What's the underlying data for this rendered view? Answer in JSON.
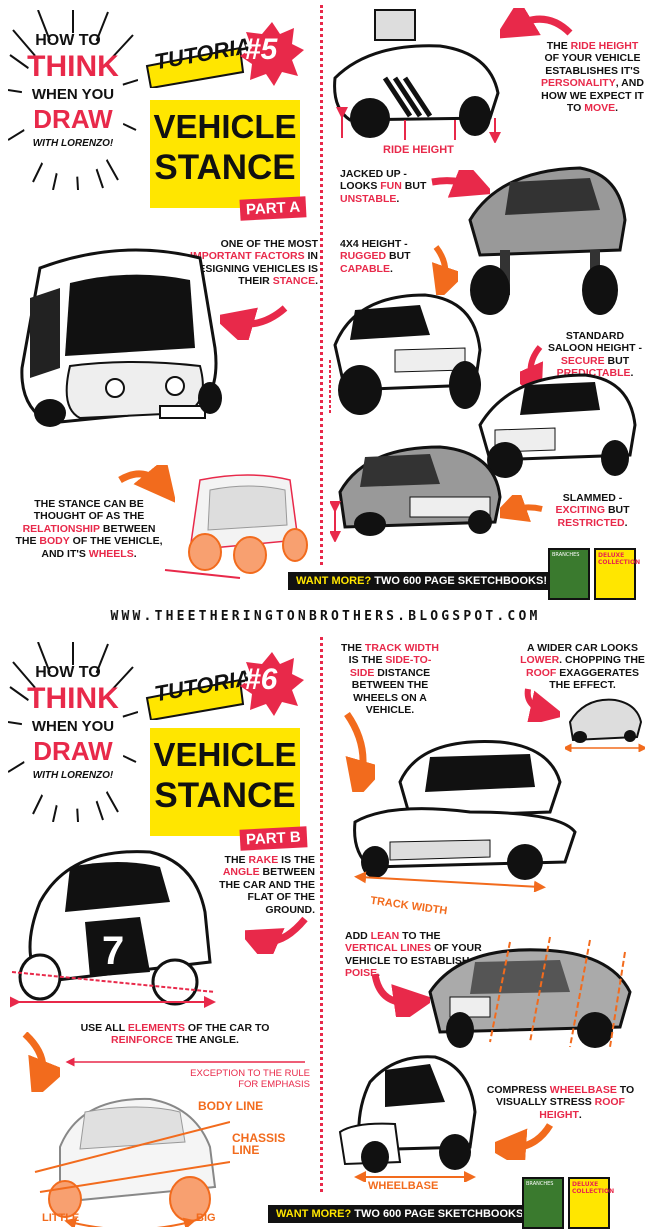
{
  "url": "WWW.THEETHERINGTONBROTHERS.BLOGSPOT.COM",
  "brand": {
    "line1": "HOW TO",
    "line2": "THINK",
    "line3": "WHEN YOU",
    "line4": "DRAW",
    "line5": "WITH LORENZO!"
  },
  "colors": {
    "red": "#e8294a",
    "yellow": "#ffe600",
    "orange": "#f26b1d",
    "ink": "#111111"
  },
  "tutorial5": {
    "tutorial_word": "TUTORIAL",
    "number": "#5",
    "title_line1": "VEHICLE",
    "title_line2": "STANCE",
    "part": "PART A",
    "intro": {
      "pre": "ONE OF THE MOST ",
      "hl1": "IMPORTANT FACTORS",
      "mid": " IN DESIGNING VEHICLES IS THEIR ",
      "hl2": "STANCE",
      "post": "."
    },
    "ride_height_label": "RIDE HEIGHT",
    "ride_text": {
      "pre": "THE ",
      "hl1": "RIDE HEIGHT",
      "mid1": " OF YOUR VEHICLE ESTABLISHES IT'S ",
      "hl2": "PERSONALITY",
      "mid2": ", AND HOW WE EXPECT IT TO ",
      "hl3": "MOVE",
      "post": "."
    },
    "jacked": {
      "pre": "JACKED UP - LOOKS ",
      "hl1": "FUN",
      "mid": " BUT ",
      "hl2": "UNSTABLE",
      "post": "."
    },
    "fourx4": {
      "pre": "4X4 HEIGHT - ",
      "hl1": "RUGGED",
      "mid": " BUT ",
      "hl2": "CAPABLE",
      "post": "."
    },
    "saloon": {
      "pre": "STANDARD SALOON HEIGHT - ",
      "hl1": "SECURE",
      "mid": " BUT ",
      "hl2": "PREDICTABLE",
      "post": "."
    },
    "slammed": {
      "pre": "SLAMMED - ",
      "hl1": "EXCITING",
      "mid": " BUT ",
      "hl2": "RESTRICTED",
      "post": "."
    },
    "relationship": {
      "pre": "THE STANCE CAN BE THOUGHT OF AS THE ",
      "hl1": "RELATIONSHIP",
      "mid": " BETWEEN THE ",
      "hl2": "BODY",
      "mid2": " OF THE VEHICLE, AND IT'S ",
      "hl3": "WHEELS",
      "post": "."
    },
    "banner": {
      "pre": "WANT MORE?",
      "post": " TWO 600 PAGE SKETCHBOOKS!"
    },
    "books": [
      "BRANCHES",
      "DELUXE COLLECTION"
    ]
  },
  "tutorial6": {
    "tutorial_word": "TUTORIAL",
    "number": "#6",
    "title_line1": "VEHICLE",
    "title_line2": "STANCE",
    "part": "PART B",
    "rake": {
      "pre": "THE ",
      "hl1": "RAKE",
      "mid": " IS THE ",
      "hl2": "ANGLE",
      "post": " BETWEEN THE CAR AND THE FLAT OF THE GROUND."
    },
    "elements": {
      "pre": "USE ALL ",
      "hl1": "ELEMENTS",
      "mid": " OF THE CAR TO ",
      "hl2": "REINFORCE",
      "post": " THE ANGLE."
    },
    "exception": "EXCEPTION TO THE RULE FOR EMPHASIS",
    "body_line": "BODY LINE",
    "chassis_line": "CHASSIS LINE",
    "little": "LITTLE",
    "big": "BIG",
    "track": {
      "pre": "THE ",
      "hl1": "TRACK WIDTH",
      "mid": " IS THE ",
      "hl2": "SIDE-TO-SIDE",
      "post": " DISTANCE BETWEEN THE WHEELS ON A VEHICLE."
    },
    "wider": {
      "pre": "A WIDER CAR LOOKS ",
      "hl1": "LOWER",
      "mid": ". CHOPPING THE ",
      "hl2": "ROOF",
      "post": " EXAGGERATES THE EFFECT."
    },
    "track_width_label": "TRACK WIDTH",
    "lean": {
      "pre": "ADD ",
      "hl1": "LEAN",
      "mid": " TO THE ",
      "hl2": "VERTICAL LINES",
      "mid2": " OF YOUR VEHICLE TO ESTABLISH ",
      "hl3": "POISE",
      "post": "."
    },
    "compress": {
      "pre": "COMPRESS ",
      "hl1": "WHEELBASE",
      "mid": " TO VISUALLY STRESS ",
      "hl2": "ROOF HEIGHT",
      "post": "."
    },
    "wheelbase_label": "WHEELBASE",
    "banner": {
      "pre": "WANT MORE?",
      "post": " TWO 600 PAGE SKETCHBOOKS!"
    },
    "books": [
      "BRANCHES",
      "DELUXE COLLECTION"
    ]
  }
}
